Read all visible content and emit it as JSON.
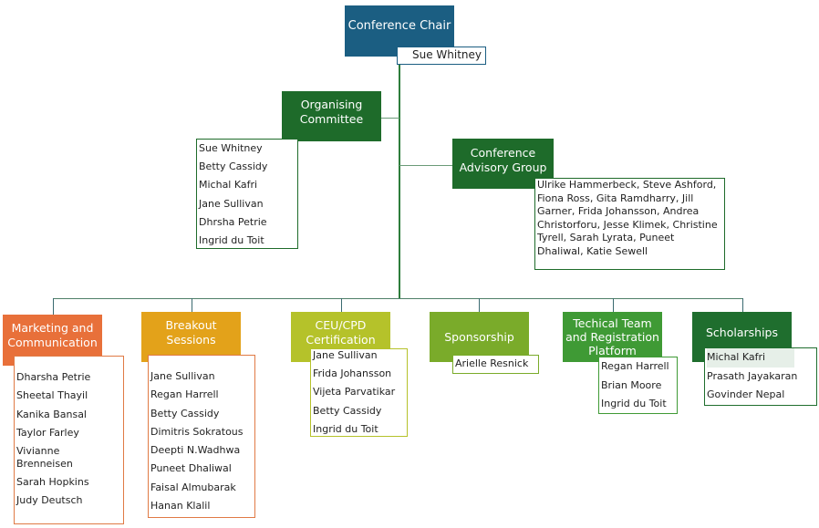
{
  "chair": {
    "title": "Conference Chair",
    "member": "Sue Whitney",
    "color": "#1b5e82"
  },
  "organising": {
    "title": "Organising Committee",
    "color": "#1e6b2a",
    "members": [
      "Sue Whitney",
      "Betty Cassidy",
      "Michal Kafri",
      "Jane Sullivan",
      "Dhrsha Petrie",
      "Ingrid du Toit"
    ]
  },
  "advisory": {
    "title": "Conference Advisory Group",
    "color": "#1e6b2a",
    "members": "Ulrike Hammerbeck, Steve Ashford, Fiona Ross, Gita Ramdharry, Jill Garner, Frida Johansson, Andrea Christorforu, Jesse Klimek, Christine Tyrell, Sarah Lyrata, Puneet Dhaliwal, Katie Sewell"
  },
  "groups": [
    {
      "title": "Marketing and Communication",
      "color": "#e8703a",
      "members": [
        "Dharsha Petrie",
        "Sheetal Thayil",
        "Kanika Bansal",
        "Taylor Farley",
        "Vivianne Brenneisen",
        "Sarah Hopkins",
        "Judy Deutsch"
      ]
    },
    {
      "title": "Breakout Sessions",
      "color": "#e3a21a",
      "members": [
        "Jane Sullivan",
        "Regan Harrell",
        "Betty Cassidy",
        "Dimitris Sokratous",
        "Deepti N.Wadhwa",
        "Puneet Dhaliwal",
        "Faisal Almubarak",
        "Hanan Klalil"
      ]
    },
    {
      "title": "CEU/CPD Certification",
      "color": "#b5c22a",
      "members": [
        "Jane Sullivan",
        "Frida Johansson",
        "Vijeta Parvatikar",
        "Betty Cassidy",
        "Ingrid du Toit"
      ]
    },
    {
      "title": "Sponsorship",
      "color": "#7aab2a",
      "members": [
        "Arielle Resnick"
      ]
    },
    {
      "title": "Techical Team and Registration Platform",
      "color": "#3f9a35",
      "members": [
        "Regan Harrell",
        "Brian Moore",
        "Ingrid du Toit"
      ]
    },
    {
      "title": "Scholarships",
      "color": "#1f6e2e",
      "members": [
        "Michal Kafri",
        "Prasath Jayakaran",
        "Govinder Nepal"
      ]
    }
  ]
}
